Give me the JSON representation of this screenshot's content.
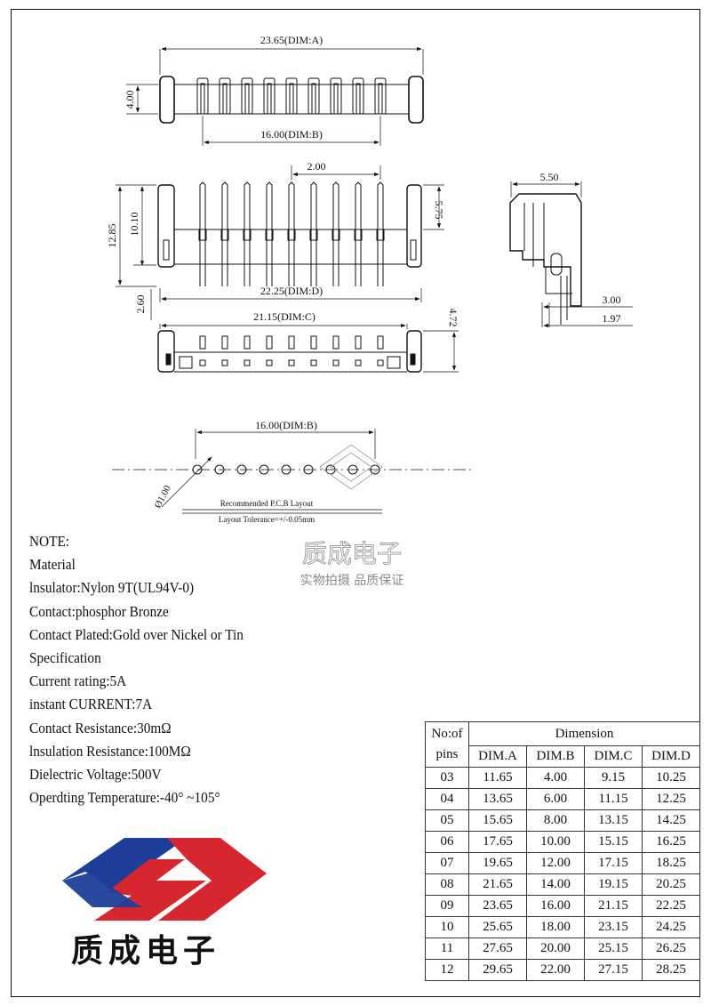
{
  "drawing": {
    "top_view": {
      "dim_a": "23.65(DIM:A)",
      "height": "4.00",
      "dim_b": "16.00(DIM:B)"
    },
    "front_view": {
      "pitch": "2.00",
      "overall_height": "12.85",
      "body_height": "10.10",
      "pin_above": "5.75",
      "pin_below": "2.60",
      "dim_d": "22.25(DIM:D)"
    },
    "bottom_view": {
      "dim_c": "21.15(DIM:C)",
      "height": "4.72"
    },
    "side_view": {
      "width": "5.50",
      "offset_a": "3.00",
      "offset_b": "1.97"
    },
    "pcb_layout": {
      "dim_b": "16.00(DIM:B)",
      "hole": "Ø1.00",
      "note_1": "Recommended P.C.B Layout",
      "note_2": "Layout Tolerance=+/-0.05mm"
    }
  },
  "watermark": {
    "name": "质成电子",
    "slogan": "实物拍摄 品质保证"
  },
  "notes": [
    "NOTE:",
    "Material",
    "lnsulator:Nylon 9T(UL94V-0)",
    "Contact:phosphor Bronze",
    "Contact Plated:Gold over Nickel or Tin",
    "Specification",
    "Current rating:5A",
    "instant CURRENT:7A",
    "Contact Resistance:30mΩ",
    "lnsulation Resistance:100MΩ",
    "Dielectric Voltage:500V",
    "Operdting Temperature:-40° ~105°"
  ],
  "brand": {
    "name": "质成电子",
    "logo_colors": [
      "#1d3f9a",
      "#d8262f"
    ]
  },
  "table": {
    "header_pins": "No:of pins",
    "header_dimension": "Dimension",
    "columns": [
      "DIM.A",
      "DIM.B",
      "DIM.C",
      "DIM.D"
    ],
    "rows": [
      [
        "03",
        "11.65",
        "4.00",
        "9.15",
        "10.25"
      ],
      [
        "04",
        "13.65",
        "6.00",
        "11.15",
        "12.25"
      ],
      [
        "05",
        "15.65",
        "8.00",
        "13.15",
        "14.25"
      ],
      [
        "06",
        "17.65",
        "10.00",
        "15.15",
        "16.25"
      ],
      [
        "07",
        "19.65",
        "12.00",
        "17.15",
        "18.25"
      ],
      [
        "08",
        "21.65",
        "14.00",
        "19.15",
        "20.25"
      ],
      [
        "09",
        "23.65",
        "16.00",
        "21.15",
        "22.25"
      ],
      [
        "10",
        "25.65",
        "18.00",
        "23.15",
        "24.25"
      ],
      [
        "11",
        "27.65",
        "20.00",
        "25.15",
        "26.25"
      ],
      [
        "12",
        "29.65",
        "22.00",
        "27.15",
        "28.25"
      ]
    ]
  }
}
